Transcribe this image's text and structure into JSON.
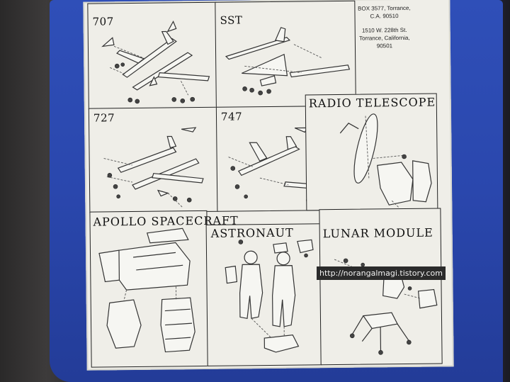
{
  "sheet": {
    "panels": {
      "p707": {
        "label": "707"
      },
      "sst": {
        "label": "SST"
      },
      "p727": {
        "label": "727"
      },
      "p747": {
        "label": "747"
      },
      "radio_telescope": {
        "label": "RADIO TELESCOPE"
      },
      "apollo": {
        "label": "APOLLO SPACECRAFT"
      },
      "astronaut": {
        "label": "ASTRONAUT"
      },
      "lunar_module": {
        "label": "LUNAR MODULE"
      }
    },
    "address": {
      "line1": "BOX 3577, Torrance,",
      "line2": "C.A. 90510",
      "line3": "1510 W. 228th St.",
      "line4": "Torrance, California,",
      "line5": "90501"
    }
  },
  "watermark": {
    "text": "http://norangalmagi.tistory.com"
  },
  "colors": {
    "box_blue": "#2a47ad",
    "paper": "#efeee8",
    "ink": "#222222"
  }
}
